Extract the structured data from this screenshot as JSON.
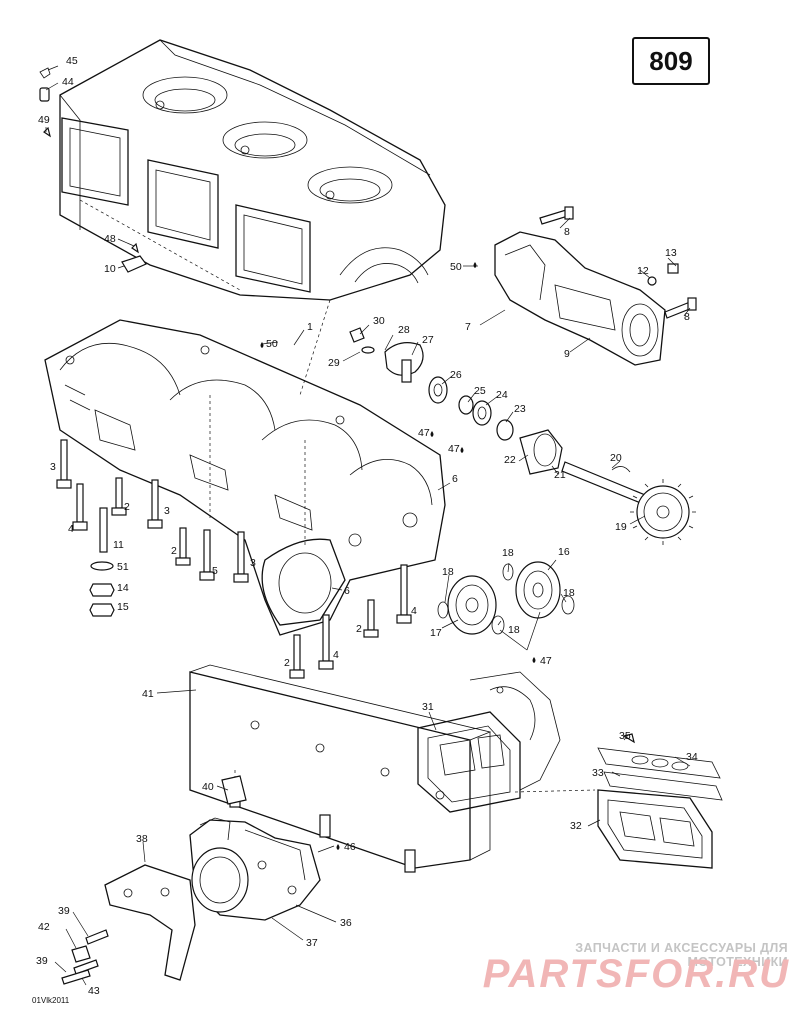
{
  "page_number": "809",
  "doc_code": "01Vlk2011",
  "watermark": {
    "line1": "ЗАПЧАСТИ И АКСЕССУАРЫ ДЛЯ МОТОТЕХНИКИ",
    "line2": "PARTSFOR.RU"
  },
  "callouts": {
    "c45": "45",
    "c44": "44",
    "c49": "49",
    "c48": "48",
    "c10": "10",
    "c1": "1",
    "c50a": "50",
    "c30": "30",
    "c28": "28",
    "c27": "27",
    "c29": "29",
    "c8a": "8",
    "c50b": "50",
    "c13": "13",
    "c12": "12",
    "c8b": "8",
    "c7": "7",
    "c9": "9",
    "c26": "26",
    "c25": "25",
    "c24": "24",
    "c23": "23",
    "c47a": "47",
    "c47b": "47",
    "c22": "22",
    "c21": "21",
    "c20": "20",
    "c19": "19",
    "c6a": "6",
    "c6b": "6",
    "c3a": "3",
    "c2a": "2",
    "c4a": "4",
    "c11": "11",
    "c51": "51",
    "c14": "14",
    "c15": "15",
    "c3b": "3",
    "c2b": "2",
    "c5": "5",
    "c3c": "3",
    "c4b": "4",
    "c2c": "2",
    "c2d": "2",
    "c4c": "4",
    "c18a": "18",
    "c18b": "18",
    "c16": "16",
    "c18c": "18",
    "c17": "17",
    "c18d": "18",
    "c47c": "47",
    "c41": "41",
    "c31": "31",
    "c35": "35",
    "c34": "34",
    "c33": "33",
    "c32": "32",
    "c40": "40",
    "c38": "38",
    "c46": "46",
    "c36": "36",
    "c37": "37",
    "c39a": "39",
    "c42": "42",
    "c39b": "39",
    "c43": "43"
  }
}
